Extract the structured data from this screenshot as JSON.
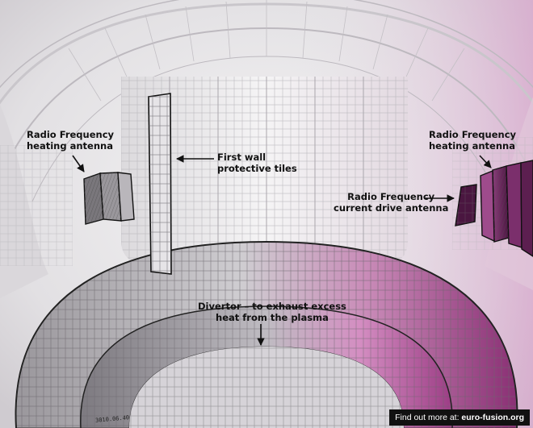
{
  "labels": {
    "rf_heating_left": [
      "Radio Frequency",
      "heating antenna"
    ],
    "first_wall": [
      "First wall",
      "protective tiles"
    ],
    "rf_heating_right": [
      "Radio Frequency",
      "heating antenna"
    ],
    "rf_current_drive": [
      "Radio Frequency",
      "current drive antenna"
    ],
    "divertor": [
      "Divertor – to exhaust excess",
      "heat from the plasma"
    ]
  },
  "footer": {
    "prefix": "Find out more at:",
    "link": "euro-fusion.org"
  },
  "stamp": "3010.06.40",
  "colors": {
    "background": "#e9e7ea",
    "highlight_magenta": "#c24a9a",
    "antenna_purple": "#6d2a5f",
    "label_text": "#111111",
    "footer_bg": "#111111"
  }
}
